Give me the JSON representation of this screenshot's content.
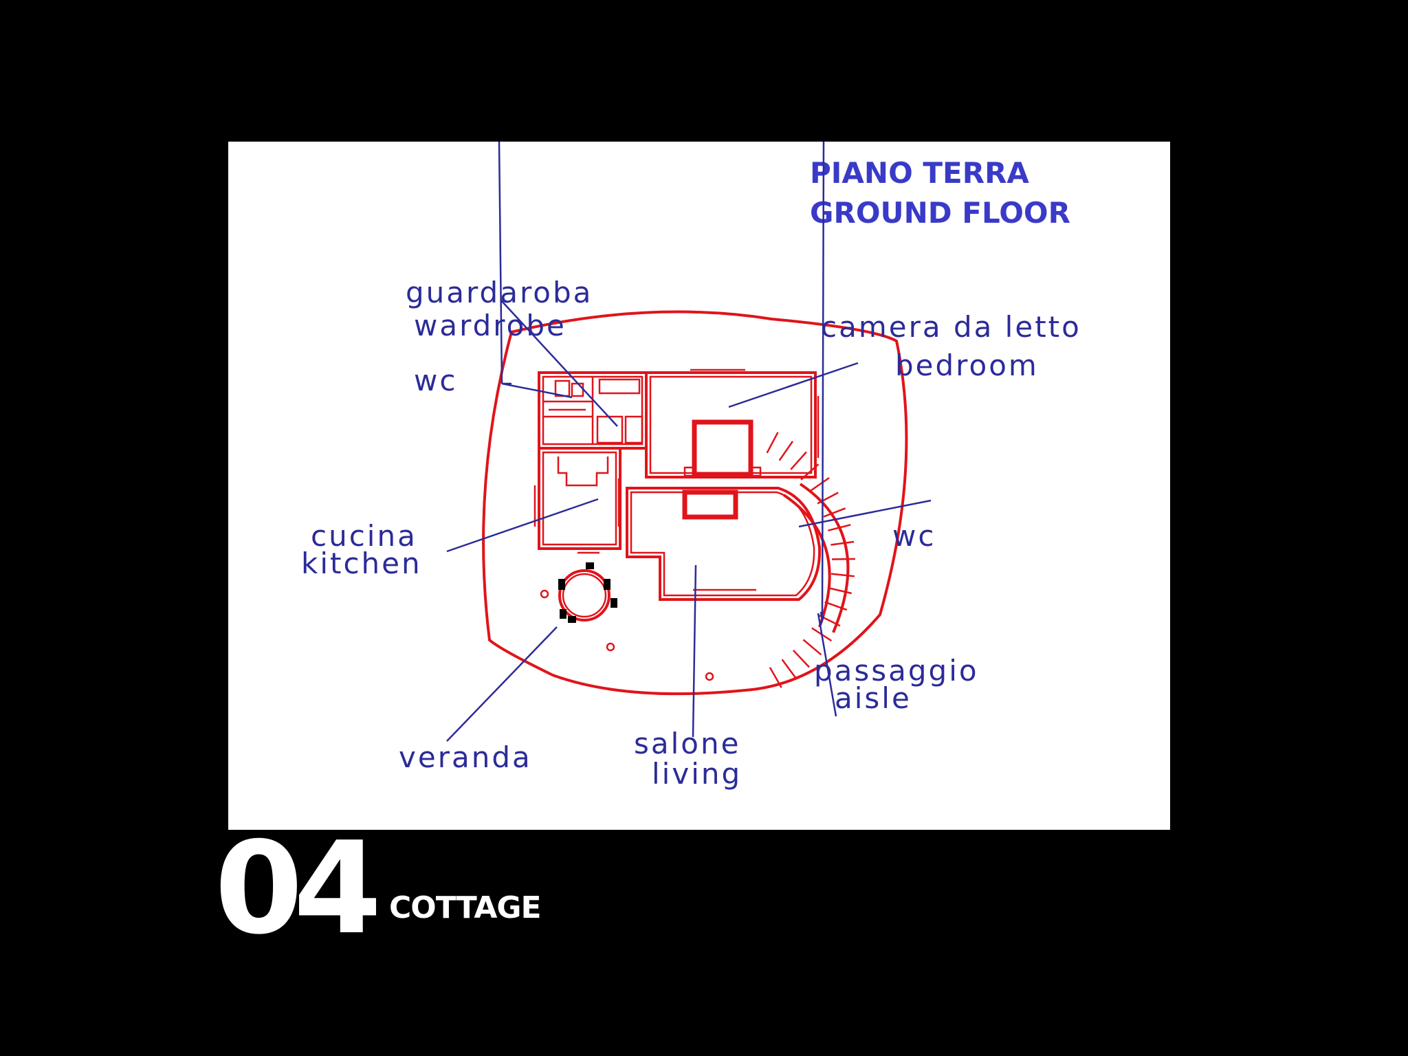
{
  "title": {
    "line1": "PIANO TERRA",
    "line2": "GROUND FLOOR"
  },
  "labels": {
    "wardrobe_it": "guardaroba",
    "wardrobe_en": "wardrobe",
    "bedroom_it": "camera da letto",
    "bedroom_en": "bedroom",
    "wc_left": "wc",
    "wc_right": "wc",
    "kitchen_it": "cucina",
    "kitchen_en": "kitchen",
    "aisle_it": "passaggio",
    "aisle_en": "aisle",
    "veranda": "veranda",
    "living_it": "salone",
    "living_en": "living"
  },
  "footer": {
    "number": "04",
    "name": "COTTAGE"
  },
  "colors": {
    "background": "#000000",
    "panel": "#ffffff",
    "walls": "#e0141a",
    "labels": "#2b2b99",
    "title": "#3a3ac8"
  }
}
